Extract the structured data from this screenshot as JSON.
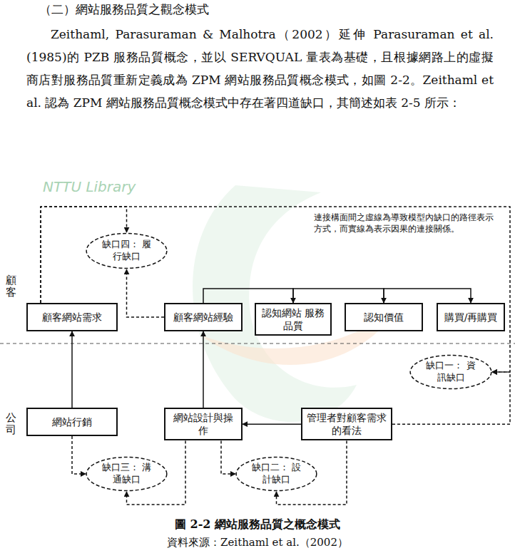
{
  "diagram": {
    "title": "（二）網站服務品質之觀念模式",
    "caption": "圖 2-2 網站服務品質之概念模式",
    "nodes": [
      {
        "text": [
          "顧客網站需求"
        ]
      },
      {
        "text": [
          "顧客網站經驗"
        ]
      },
      {
        "text": [
          "認知網站 服務品質"
        ]
      },
      {
        "text": [
          "認知價值"
        ]
      },
      {
        "text": [
          "購買/再購買"
        ]
      },
      {
        "text": [
          "網站行銷"
        ]
      },
      {
        "text": [
          "網站設計與操作"
        ]
      },
      {
        "text": [
          "管理者對顧客需求的看法"
        ]
      },
      {
        "text": [
          "缺口四： 履行缺口"
        ]
      },
      {
        "text": [
          "缺口一： 資訊缺口"
        ]
      },
      {
        "text": [
          "缺口三： 溝通缺口"
        ]
      },
      {
        "text": [
          "缺口二： 設計缺口"
        ]
      }
    ],
    "edges": [
      {
        "from": 5,
        "to": 0,
        "arrow": "to"
      },
      {
        "from": 6,
        "to": 1,
        "arrow": "to"
      },
      {
        "from": 7,
        "to": 6,
        "arrow": "to"
      },
      {
        "from": 1,
        "to": 2,
        "arrow": "to"
      },
      {
        "from": 2,
        "to": 3,
        "arrow": "to"
      },
      {
        "from": 3,
        "to": 4,
        "arrow": "to"
      },
      {
        "from": 0,
        "to": 8,
        "arrow": "to"
      },
      {
        "from": 0,
        "to": 9,
        "arrow": "to"
      },
      {
        "from": 7,
        "to": 9,
        "arrow": "to"
      },
      {
        "from": 1,
        "to": 8,
        "arrow": "to"
      },
      {
        "from": 5,
        "to": 10,
        "arrow": "to"
      },
      {
        "from": 6,
        "to": 10,
        "arrow": "to"
      },
      {
        "from": 6,
        "to": 11,
        "arrow": "to"
      },
      {
        "from": 7,
        "to": 11,
        "arrow": "to"
      }
    ],
    "labels": [
      "Zeithaml, Parasuraman & Malhotra（2002）延伸 Parasuraman et al. (1985)的 PZB 服務品質概念，並以 SERVQUAL 量表為基礎，且根據網路上的虛擬商店對服務品質重新定義成為 ZPM 網站服務品質概念模式，如圖 2-2。Zeithaml et al. 認為 ZPM 網站服務品質概念模式中存在著四道缺口，其簡述如表 2-5 所示：",
      "連接構面間之虛線為導致模型內缺口的路徑表示方式，而實線為表示因果的連接關係。",
      "顧客",
      "公司",
      "資料來源：Zeithaml et al.（2002）",
      "NTTU Library"
    ]
  }
}
